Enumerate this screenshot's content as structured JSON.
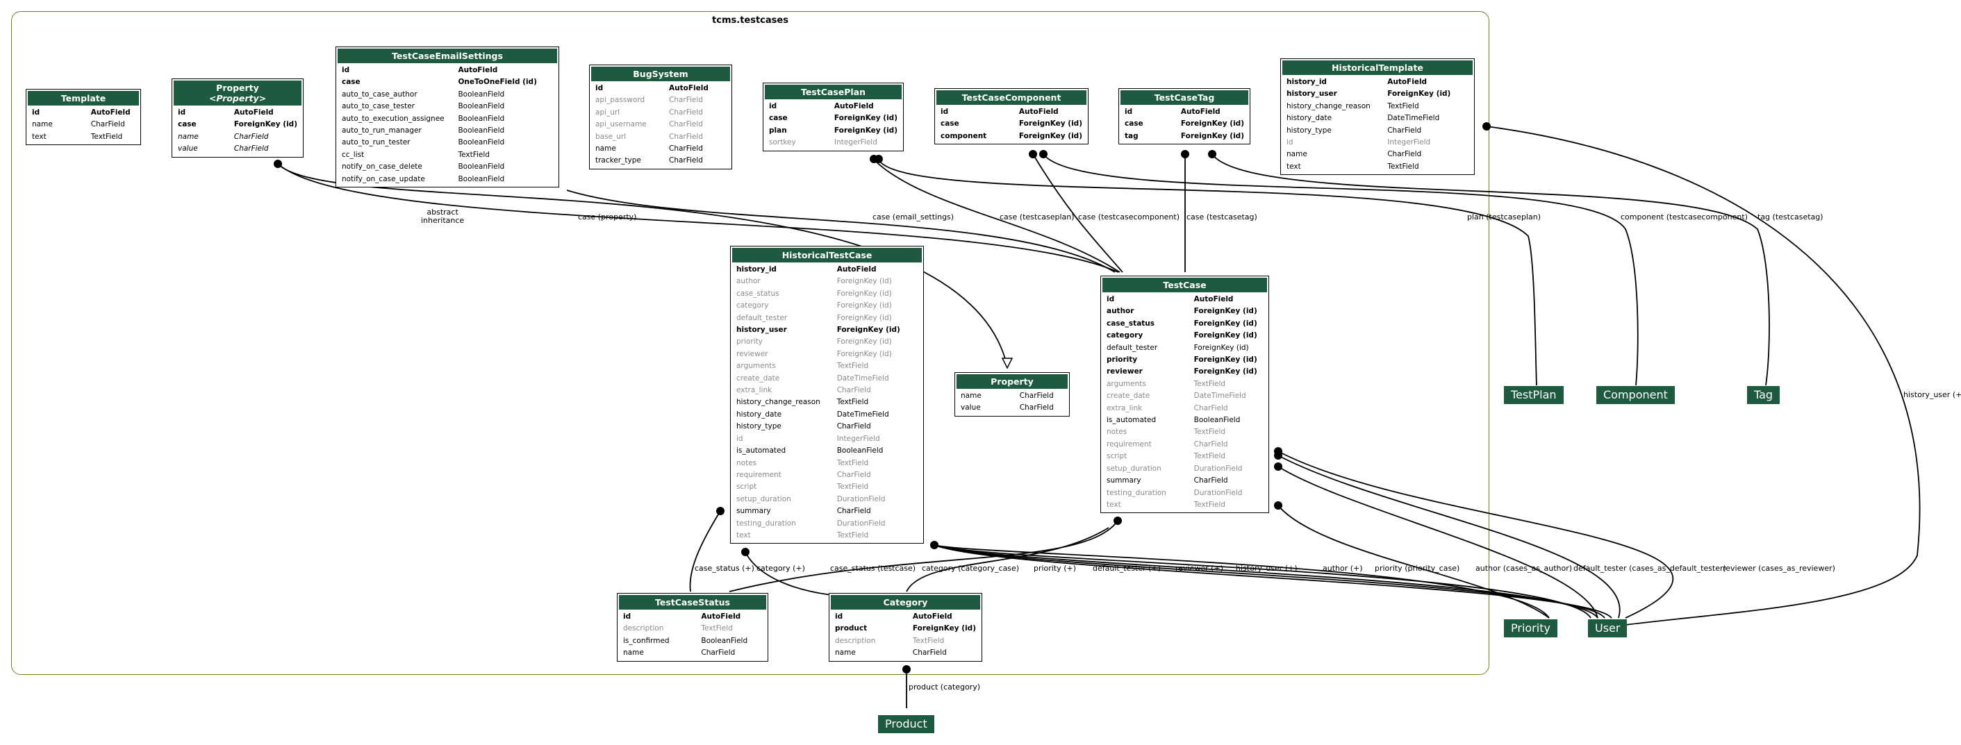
{
  "title": "tcms.testcases",
  "models": {
    "template": {
      "name": "Template",
      "fields": [
        {
          "n": "id",
          "t": "AutoField",
          "s": "bold"
        },
        {
          "n": "name",
          "t": "CharField",
          "s": ""
        },
        {
          "n": "text",
          "t": "TextField",
          "s": ""
        }
      ]
    },
    "property_abstract": {
      "name": "Property",
      "subtitle": "<Property>",
      "fields": [
        {
          "n": "id",
          "t": "AutoField",
          "s": "bold"
        },
        {
          "n": "case",
          "t": "ForeignKey (id)",
          "s": "bold"
        },
        {
          "n": "name",
          "t": "CharField",
          "s": "ital"
        },
        {
          "n": "value",
          "t": "CharField",
          "s": "ital"
        }
      ]
    },
    "email_settings": {
      "name": "TestCaseEmailSettings",
      "fields": [
        {
          "n": "id",
          "t": "AutoField",
          "s": "bold"
        },
        {
          "n": "case",
          "t": "OneToOneField (id)",
          "s": "bold"
        },
        {
          "n": "auto_to_case_author",
          "t": "BooleanField",
          "s": ""
        },
        {
          "n": "auto_to_case_tester",
          "t": "BooleanField",
          "s": ""
        },
        {
          "n": "auto_to_execution_assignee",
          "t": "BooleanField",
          "s": ""
        },
        {
          "n": "auto_to_run_manager",
          "t": "BooleanField",
          "s": ""
        },
        {
          "n": "auto_to_run_tester",
          "t": "BooleanField",
          "s": ""
        },
        {
          "n": "cc_list",
          "t": "TextField",
          "s": ""
        },
        {
          "n": "notify_on_case_delete",
          "t": "BooleanField",
          "s": ""
        },
        {
          "n": "notify_on_case_update",
          "t": "BooleanField",
          "s": ""
        }
      ]
    },
    "bugsystem": {
      "name": "BugSystem",
      "fields": [
        {
          "n": "id",
          "t": "AutoField",
          "s": "bold"
        },
        {
          "n": "api_password",
          "t": "CharField",
          "s": "dim"
        },
        {
          "n": "api_url",
          "t": "CharField",
          "s": "dim"
        },
        {
          "n": "api_username",
          "t": "CharField",
          "s": "dim"
        },
        {
          "n": "base_url",
          "t": "CharField",
          "s": "dim"
        },
        {
          "n": "name",
          "t": "CharField",
          "s": ""
        },
        {
          "n": "tracker_type",
          "t": "CharField",
          "s": ""
        }
      ]
    },
    "testcaseplan": {
      "name": "TestCasePlan",
      "fields": [
        {
          "n": "id",
          "t": "AutoField",
          "s": "bold"
        },
        {
          "n": "case",
          "t": "ForeignKey (id)",
          "s": "bold"
        },
        {
          "n": "plan",
          "t": "ForeignKey (id)",
          "s": "bold"
        },
        {
          "n": "sortkey",
          "t": "IntegerField",
          "s": "dim"
        }
      ]
    },
    "testcasecomponent": {
      "name": "TestCaseComponent",
      "fields": [
        {
          "n": "id",
          "t": "AutoField",
          "s": "bold"
        },
        {
          "n": "case",
          "t": "ForeignKey (id)",
          "s": "bold"
        },
        {
          "n": "component",
          "t": "ForeignKey (id)",
          "s": "bold"
        }
      ]
    },
    "testcasetag": {
      "name": "TestCaseTag",
      "fields": [
        {
          "n": "id",
          "t": "AutoField",
          "s": "bold"
        },
        {
          "n": "case",
          "t": "ForeignKey (id)",
          "s": "bold"
        },
        {
          "n": "tag",
          "t": "ForeignKey (id)",
          "s": "bold"
        }
      ]
    },
    "historicaltemplate": {
      "name": "HistoricalTemplate",
      "fields": [
        {
          "n": "history_id",
          "t": "AutoField",
          "s": "bold"
        },
        {
          "n": "history_user",
          "t": "ForeignKey (id)",
          "s": "bold"
        },
        {
          "n": "history_change_reason",
          "t": "TextField",
          "s": ""
        },
        {
          "n": "history_date",
          "t": "DateTimeField",
          "s": ""
        },
        {
          "n": "history_type",
          "t": "CharField",
          "s": ""
        },
        {
          "n": "id",
          "t": "IntegerField",
          "s": "dim"
        },
        {
          "n": "name",
          "t": "CharField",
          "s": ""
        },
        {
          "n": "text",
          "t": "TextField",
          "s": ""
        }
      ]
    },
    "historicaltestcase": {
      "name": "HistoricalTestCase",
      "fields": [
        {
          "n": "history_id",
          "t": "AutoField",
          "s": "bold"
        },
        {
          "n": "author",
          "t": "ForeignKey (id)",
          "s": "dim"
        },
        {
          "n": "case_status",
          "t": "ForeignKey (id)",
          "s": "dim"
        },
        {
          "n": "category",
          "t": "ForeignKey (id)",
          "s": "dim"
        },
        {
          "n": "default_tester",
          "t": "ForeignKey (id)",
          "s": "dim"
        },
        {
          "n": "history_user",
          "t": "ForeignKey (id)",
          "s": "bold"
        },
        {
          "n": "priority",
          "t": "ForeignKey (id)",
          "s": "dim"
        },
        {
          "n": "reviewer",
          "t": "ForeignKey (id)",
          "s": "dim"
        },
        {
          "n": "arguments",
          "t": "TextField",
          "s": "dim"
        },
        {
          "n": "create_date",
          "t": "DateTimeField",
          "s": "dim"
        },
        {
          "n": "extra_link",
          "t": "CharField",
          "s": "dim"
        },
        {
          "n": "history_change_reason",
          "t": "TextField",
          "s": ""
        },
        {
          "n": "history_date",
          "t": "DateTimeField",
          "s": ""
        },
        {
          "n": "history_type",
          "t": "CharField",
          "s": ""
        },
        {
          "n": "id",
          "t": "IntegerField",
          "s": "dim"
        },
        {
          "n": "is_automated",
          "t": "BooleanField",
          "s": ""
        },
        {
          "n": "notes",
          "t": "TextField",
          "s": "dim"
        },
        {
          "n": "requirement",
          "t": "CharField",
          "s": "dim"
        },
        {
          "n": "script",
          "t": "TextField",
          "s": "dim"
        },
        {
          "n": "setup_duration",
          "t": "DurationField",
          "s": "dim"
        },
        {
          "n": "summary",
          "t": "CharField",
          "s": ""
        },
        {
          "n": "testing_duration",
          "t": "DurationField",
          "s": "dim"
        },
        {
          "n": "text",
          "t": "TextField",
          "s": "dim"
        }
      ]
    },
    "property": {
      "name": "Property",
      "fields": [
        {
          "n": "name",
          "t": "CharField",
          "s": ""
        },
        {
          "n": "value",
          "t": "CharField",
          "s": ""
        }
      ]
    },
    "testcase": {
      "name": "TestCase",
      "fields": [
        {
          "n": "id",
          "t": "AutoField",
          "s": "bold"
        },
        {
          "n": "author",
          "t": "ForeignKey (id)",
          "s": "bold"
        },
        {
          "n": "case_status",
          "t": "ForeignKey (id)",
          "s": "bold"
        },
        {
          "n": "category",
          "t": "ForeignKey (id)",
          "s": "bold"
        },
        {
          "n": "default_tester",
          "t": "ForeignKey (id)",
          "s": ""
        },
        {
          "n": "priority",
          "t": "ForeignKey (id)",
          "s": "bold"
        },
        {
          "n": "reviewer",
          "t": "ForeignKey (id)",
          "s": "bold"
        },
        {
          "n": "arguments",
          "t": "TextField",
          "s": "dim"
        },
        {
          "n": "create_date",
          "t": "DateTimeField",
          "s": "dim"
        },
        {
          "n": "extra_link",
          "t": "CharField",
          "s": "dim"
        },
        {
          "n": "is_automated",
          "t": "BooleanField",
          "s": ""
        },
        {
          "n": "notes",
          "t": "TextField",
          "s": "dim"
        },
        {
          "n": "requirement",
          "t": "CharField",
          "s": "dim"
        },
        {
          "n": "script",
          "t": "TextField",
          "s": "dim"
        },
        {
          "n": "setup_duration",
          "t": "DurationField",
          "s": "dim"
        },
        {
          "n": "summary",
          "t": "CharField",
          "s": ""
        },
        {
          "n": "testing_duration",
          "t": "DurationField",
          "s": "dim"
        },
        {
          "n": "text",
          "t": "TextField",
          "s": "dim"
        }
      ]
    },
    "testcasestatus": {
      "name": "TestCaseStatus",
      "fields": [
        {
          "n": "id",
          "t": "AutoField",
          "s": "bold"
        },
        {
          "n": "description",
          "t": "TextField",
          "s": "dim"
        },
        {
          "n": "is_confirmed",
          "t": "BooleanField",
          "s": ""
        },
        {
          "n": "name",
          "t": "CharField",
          "s": ""
        }
      ]
    },
    "category": {
      "name": "Category",
      "fields": [
        {
          "n": "id",
          "t": "AutoField",
          "s": "bold"
        },
        {
          "n": "product",
          "t": "ForeignKey (id)",
          "s": "bold"
        },
        {
          "n": "description",
          "t": "TextField",
          "s": "dim"
        },
        {
          "n": "name",
          "t": "CharField",
          "s": ""
        }
      ]
    }
  },
  "external": {
    "testplan": "TestPlan",
    "component": "Component",
    "tag": "Tag",
    "priority": "Priority",
    "user": "User",
    "product": "Product"
  },
  "edge_labels": {
    "abstract_inheritance": "abstract\ninheritance",
    "case_property": "case (property)",
    "case_email_settings": "case (email_settings)",
    "case_testcaseplan": "case (testcaseplan)",
    "case_testcasecomponent": "case (testcasecomponent)",
    "case_testcasetag": "case (testcasetag)",
    "plan_testcaseplan": "plan (testcaseplan)",
    "component_testcasecomponent": "component (testcasecomponent)",
    "tag_testcasetag": "tag (testcasetag)",
    "history_user_tpl": "history_user (+)",
    "case_status_plus": "case_status (+)",
    "category_plus": "category (+)",
    "case_status_testcase": "case_status (testcase)",
    "category_category_case": "category (category_case)",
    "priority_plus": "priority (+)",
    "default_tester_plus": "default_tester (+)",
    "reviewer_plus": "reviewer (+)",
    "history_user_plus": "history_user (+)",
    "author_plus": "author (+)",
    "priority_priority_case": "priority (priority_case)",
    "author_cases_as_author": "author (cases_as_author)",
    "default_tester_cases": "default_tester (cases_as_default_tester)",
    "reviewer_cases": "reviewer (cases_as_reviewer)",
    "product_category": "product (category)"
  }
}
